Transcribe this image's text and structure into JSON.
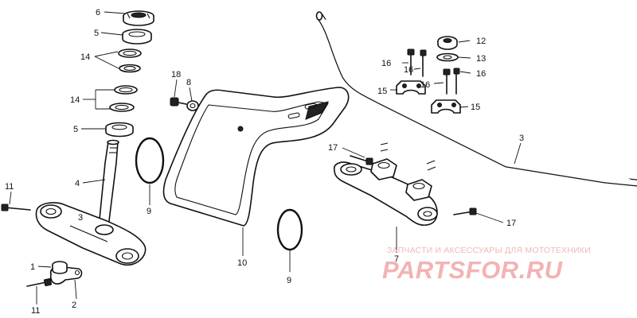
{
  "callouts": {
    "c1": "1",
    "c2": "2",
    "c3a": "3",
    "c3b": "3",
    "c4": "4",
    "c5a": "5",
    "c5b": "5",
    "c6": "6",
    "c7": "7",
    "c8": "8",
    "c9a": "9",
    "c9b": "9",
    "c10": "10",
    "c11a": "11",
    "c11b": "11",
    "c12": "12",
    "c13": "13",
    "c14a": "14",
    "c14b": "14",
    "c15a": "15",
    "c15b": "15",
    "c16a": "16",
    "c16b": "16",
    "c16c": "16",
    "c16d": "16",
    "c17a": "17",
    "c17b": "17",
    "c18": "18"
  },
  "watermark": {
    "tagline": "ЗАПЧАСТИ И АКСЕССУАРЫ ДЛЯ МОТОТЕХНИКИ",
    "logo": "PARTSFOR.RU"
  },
  "colors": {
    "line": "#111111",
    "watermark": "#f2b8b8"
  }
}
